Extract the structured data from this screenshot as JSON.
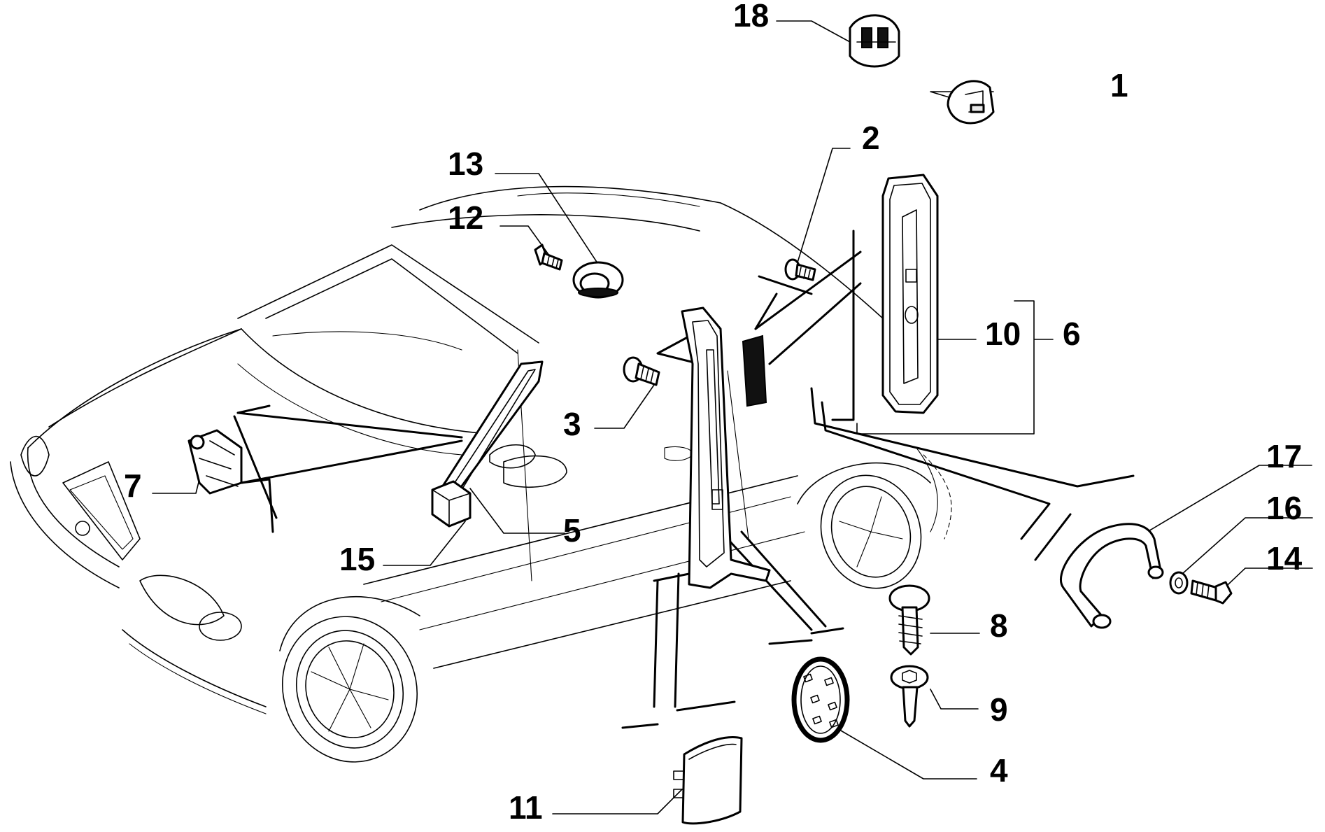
{
  "diagram": {
    "callouts": [
      {
        "id": "c1",
        "text": "1"
      },
      {
        "id": "c2",
        "text": "2"
      },
      {
        "id": "c3",
        "text": "3"
      },
      {
        "id": "c4",
        "text": "4"
      },
      {
        "id": "c5",
        "text": "5"
      },
      {
        "id": "c6",
        "text": "6"
      },
      {
        "id": "c7",
        "text": "7"
      },
      {
        "id": "c8",
        "text": "8"
      },
      {
        "id": "c9",
        "text": "9"
      },
      {
        "id": "c10",
        "text": "10"
      },
      {
        "id": "c11",
        "text": "11"
      },
      {
        "id": "c12",
        "text": "12"
      },
      {
        "id": "c13",
        "text": "13"
      },
      {
        "id": "c14",
        "text": "14"
      },
      {
        "id": "c15",
        "text": "15"
      },
      {
        "id": "c16",
        "text": "16"
      },
      {
        "id": "c17",
        "text": "17"
      },
      {
        "id": "c18",
        "text": "18"
      }
    ]
  },
  "colors": {
    "ink": "#000000",
    "background": "#ffffff"
  }
}
